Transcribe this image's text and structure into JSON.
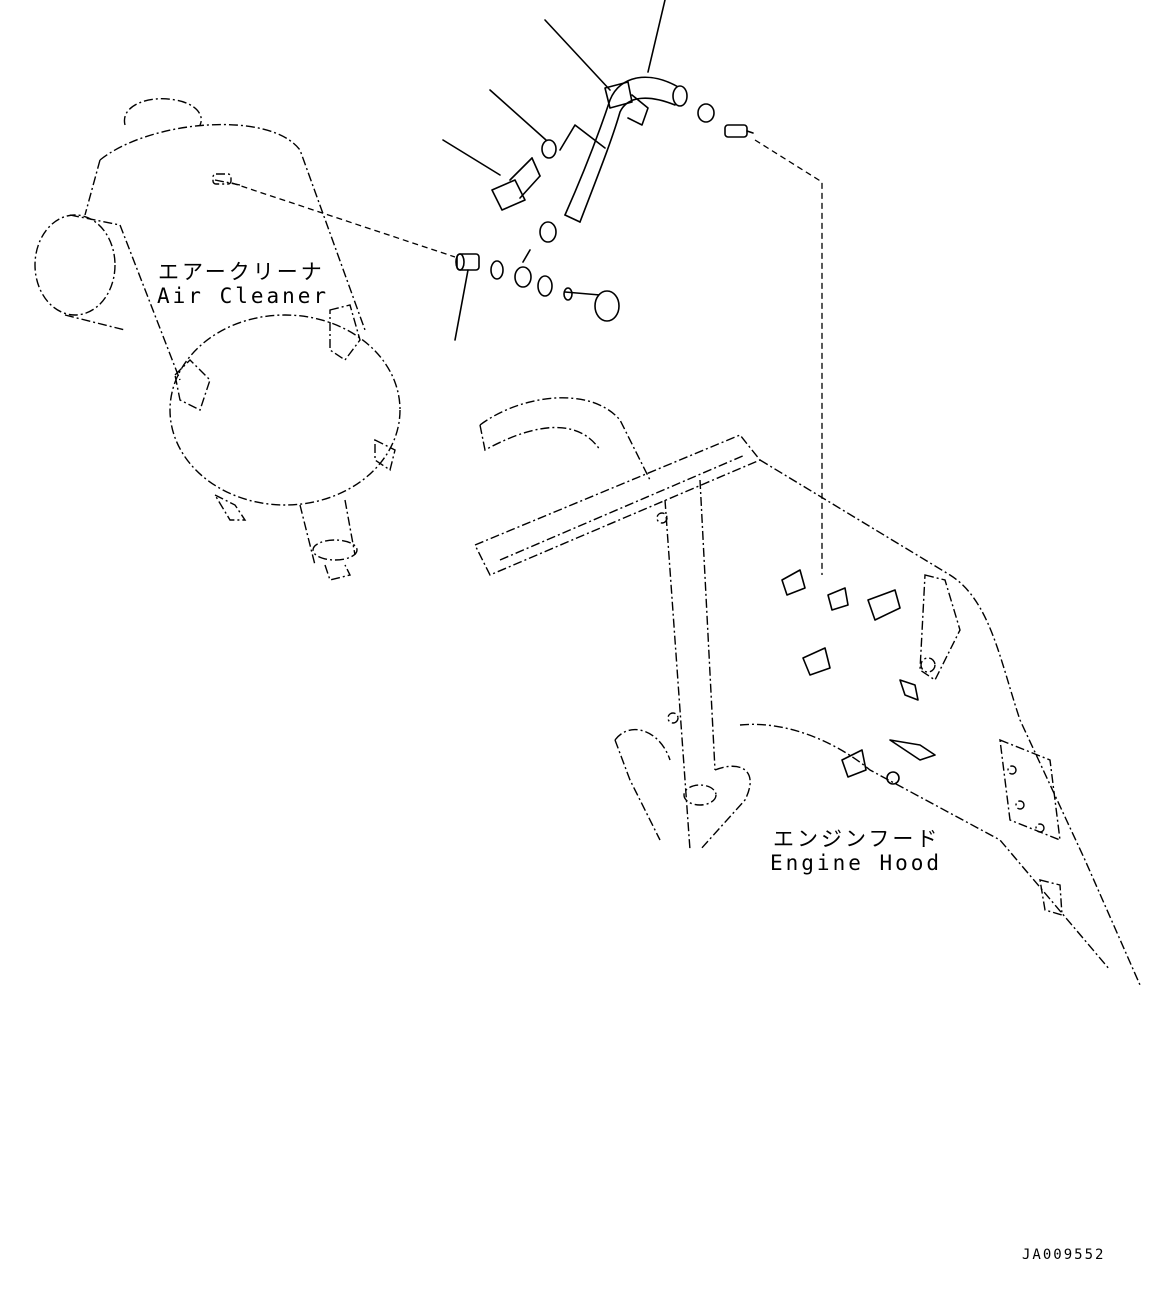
{
  "labels": {
    "air_cleaner_ja": "エアークリーナ",
    "air_cleaner_en": "Air Cleaner",
    "engine_hood_ja": "エンジンフード",
    "engine_hood_en": "Engine Hood"
  },
  "drawing_code": "JA009552",
  "colors": {
    "line": "#000000",
    "background": "#ffffff"
  }
}
